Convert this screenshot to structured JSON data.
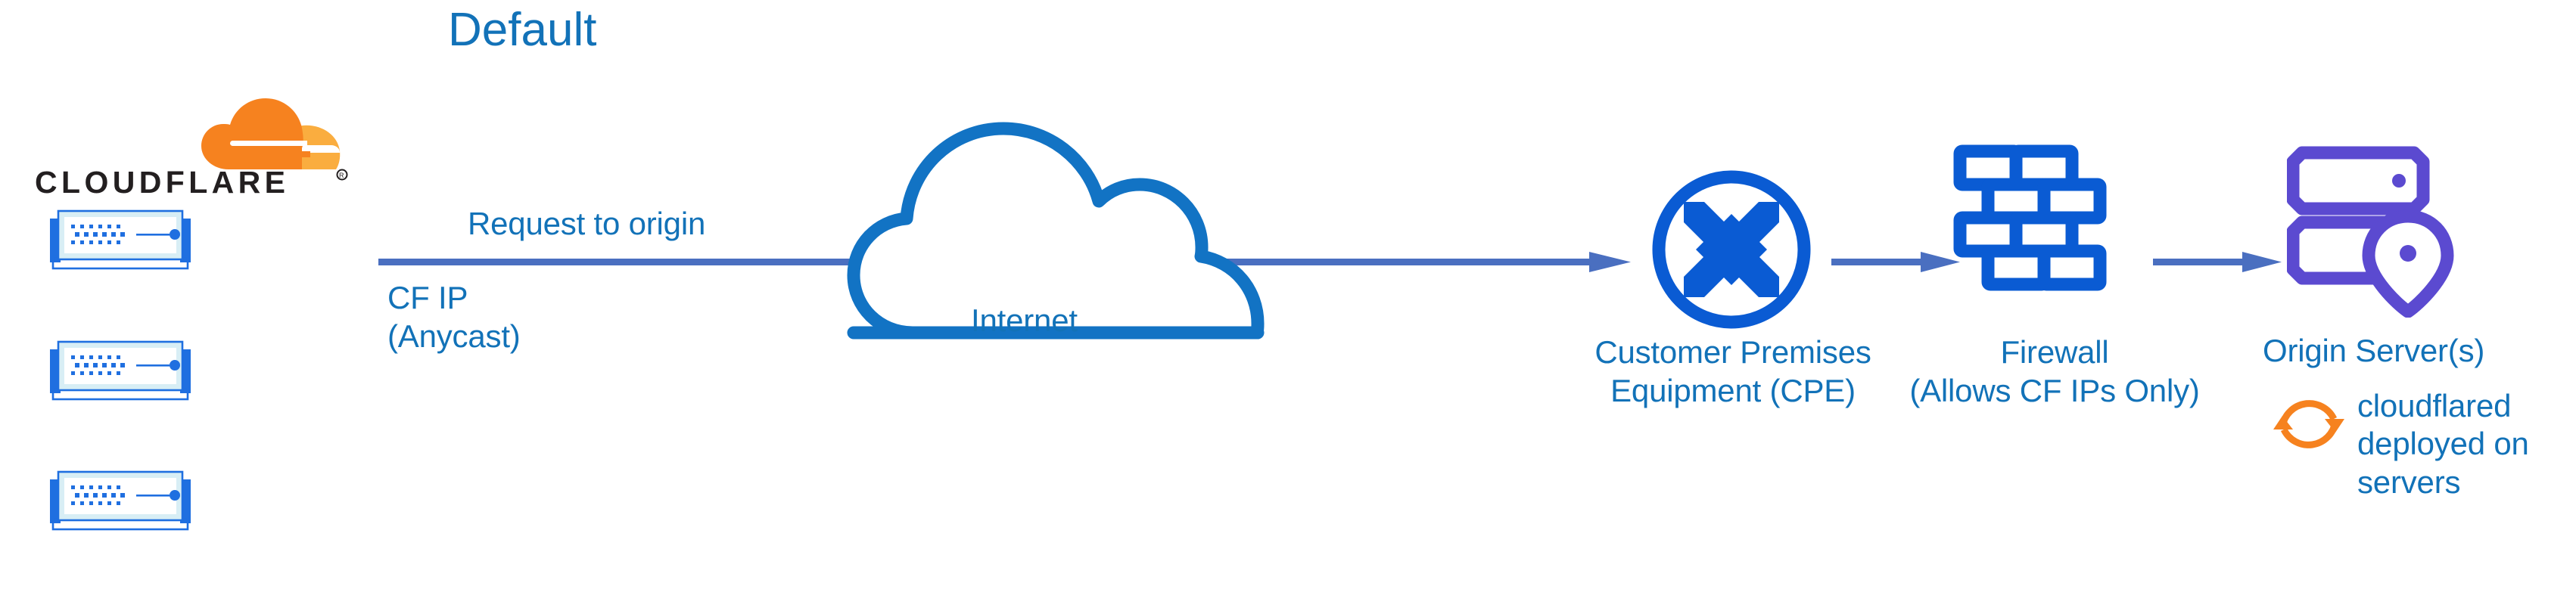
{
  "diagram": {
    "title": "Default",
    "type": "network-architecture-flow",
    "background_color": "#ffffff"
  },
  "colors": {
    "label_blue": "#1272b8",
    "title_blue": "#1272b8",
    "icon_blue": "#0a5bd3",
    "cloud_outline_blue": "#1273c4",
    "arrow_blue": "#4a6fc0",
    "origin_purple": "#5b4ad0",
    "cloudflare_orange": "#f6821f",
    "cloudflare_orange_light": "#faad3f",
    "server_body_light": "#d8eef5",
    "server_border_blue": "#1f6fe0",
    "wordmark_black": "#231f20"
  },
  "brand": {
    "logo_name": "cloudflare-logo",
    "wordmark": "CLOUDFLARE",
    "registered_mark": "®"
  },
  "edge_nodes": {
    "name": "cloudflare-edge-servers",
    "count": 3,
    "icon": "server-unit-icon",
    "caption_line_1": "CF IP",
    "caption_line_2": "(Anycast)"
  },
  "flow": {
    "request_label": "Request to origin",
    "links": [
      {
        "name": "edge-to-cpe",
        "from": "cloudflare-edge",
        "to": "cpe",
        "label": "Request to origin"
      },
      {
        "name": "cpe-to-firewall",
        "from": "cpe",
        "to": "firewall",
        "label": ""
      },
      {
        "name": "firewall-to-origin",
        "from": "firewall",
        "to": "origin-server",
        "label": ""
      }
    ]
  },
  "nodes": [
    {
      "id": "internet",
      "name": "internet-cloud",
      "icon": "cloud-icon",
      "label": "Internet",
      "color": "#1273c4"
    },
    {
      "id": "cpe",
      "name": "customer-premises-equipment",
      "icon": "router-icon",
      "label_line_1": "Customer Premises",
      "label_line_2": "Equipment (CPE)",
      "color": "#0a5bd3"
    },
    {
      "id": "firewall",
      "name": "firewall",
      "icon": "brick-wall-icon",
      "label_line_1": "Firewall",
      "label_line_2": "(Allows CF IPs Only)",
      "color": "#0a5bd3"
    },
    {
      "id": "origin",
      "name": "origin-server",
      "icon": "server-rack-pin-icon",
      "label": "Origin Server(s)",
      "color": "#5b4ad0"
    }
  ],
  "annotation": {
    "name": "cloudflared-note",
    "icon": "sync-arrows-icon",
    "icon_color": "#f6821f",
    "line_1": "cloudflared",
    "line_2": "deployed on",
    "line_3": "servers"
  }
}
